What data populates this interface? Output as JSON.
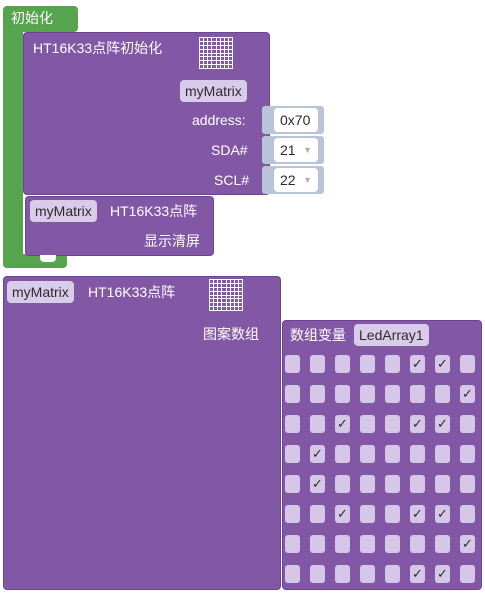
{
  "block_init": {
    "label": "初始化"
  },
  "block_ht16k33_init": {
    "title": "HT16K33点阵初始化",
    "var_name": "myMatrix",
    "address_label": "address:",
    "address_value": "0x70",
    "sda_label": "SDA#",
    "sda_value": "21",
    "scl_label": "SCL#",
    "scl_value": "22"
  },
  "block_clear": {
    "var_name": "myMatrix",
    "device": "HT16K33点阵",
    "action": "显示清屏"
  },
  "block_show_pattern": {
    "var_name": "myMatrix",
    "device": "HT16K33点阵",
    "pattern_label": "图案数组"
  },
  "block_array": {
    "label": "数组变量",
    "var_name": "LedArray1",
    "check_mark": "✓",
    "grid": [
      [
        0,
        0,
        0,
        0,
        0,
        1,
        1,
        0
      ],
      [
        0,
        0,
        0,
        0,
        0,
        0,
        0,
        1
      ],
      [
        0,
        0,
        1,
        0,
        0,
        1,
        1,
        0
      ],
      [
        0,
        1,
        0,
        0,
        0,
        0,
        0,
        0
      ],
      [
        0,
        1,
        0,
        0,
        0,
        0,
        0,
        0
      ],
      [
        0,
        0,
        1,
        0,
        0,
        1,
        1,
        0
      ],
      [
        0,
        0,
        0,
        0,
        0,
        0,
        0,
        1
      ],
      [
        0,
        0,
        0,
        0,
        0,
        1,
        1,
        0
      ]
    ]
  },
  "colors": {
    "green": "#56a44e",
    "purple": "#8257a6",
    "checkbox": "#d6c7e8",
    "field": "#d9cbea"
  },
  "icons": {
    "matrix": "led-matrix-icon",
    "dropdown": "dropdown-arrow-icon"
  }
}
